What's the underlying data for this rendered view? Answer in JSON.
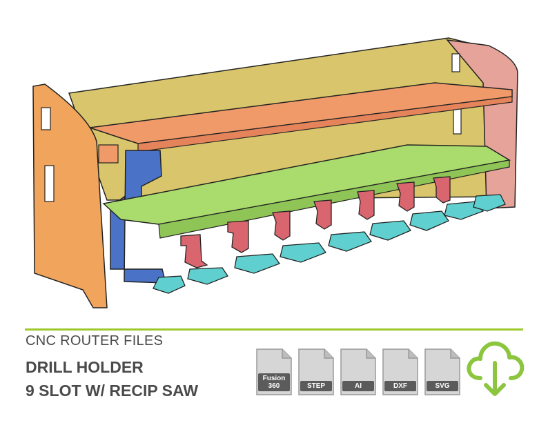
{
  "header": {
    "line1": "CNC ROUTER FILES",
    "line2": "DRILL HOLDER",
    "line3": "9 SLOT W/ RECIP SAW"
  },
  "formats": [
    {
      "label": "Fusion 360",
      "line1": "Fusion",
      "line2": "360"
    },
    {
      "label": "STEP"
    },
    {
      "label": "AI"
    },
    {
      "label": "DXF"
    },
    {
      "label": "SVG"
    }
  ],
  "icons": {
    "file": "file-icon",
    "download": "cloud-download-icon"
  },
  "colors": {
    "accent": "#9cc92a",
    "text": "#4a4a4a",
    "side_left": "#f0a45c",
    "side_right": "#e6a39a",
    "back_panel": "#d9c56b",
    "top_shelf": "#f09a6a",
    "mid_shelf": "#a9dc6c",
    "bracket": "#4a73c8",
    "holders": "#d9666f",
    "bases": "#5fcfcf"
  }
}
